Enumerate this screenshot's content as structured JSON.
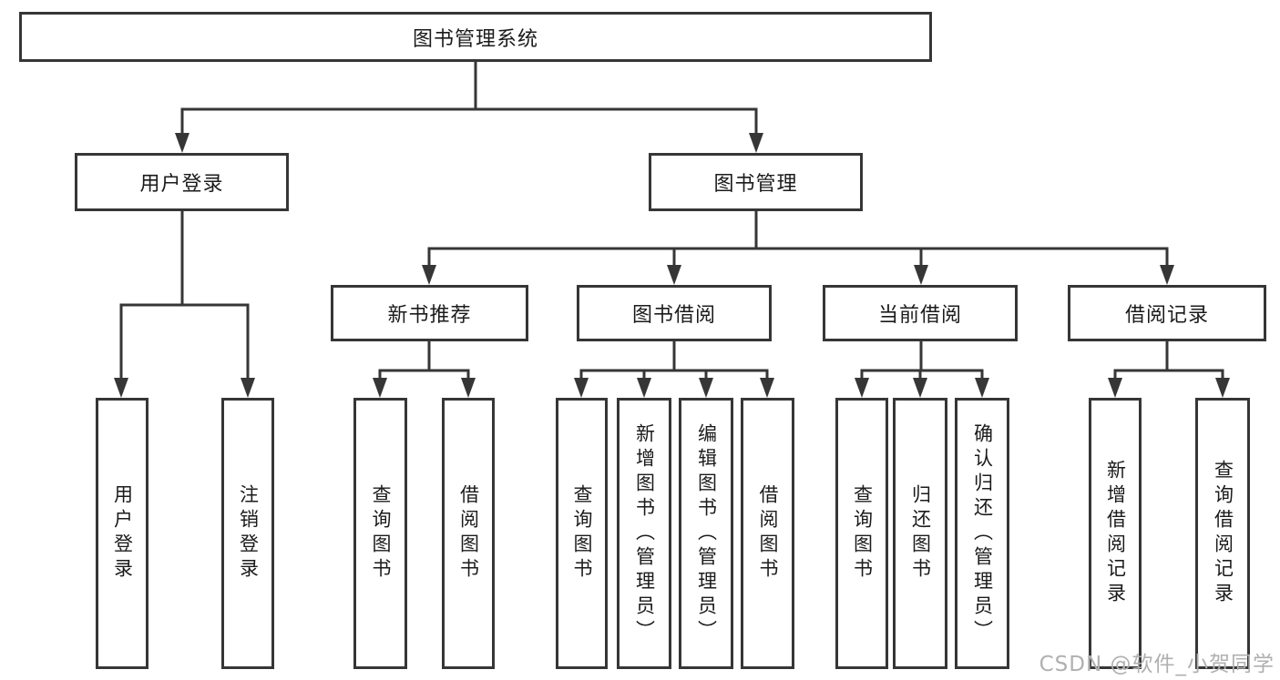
{
  "colors": {
    "line": "#363636",
    "box_border": "#363636",
    "text": "#1b1b1b",
    "watermark": "#b0b0b0",
    "background": "#ffffff"
  },
  "tree": {
    "label": "图书管理系统",
    "children": [
      {
        "label": "用户登录",
        "children": [
          {
            "label": "用户登录"
          },
          {
            "label": "注销登录"
          }
        ]
      },
      {
        "label": "图书管理",
        "children": [
          {
            "label": "新书推荐",
            "children": [
              {
                "label": "查询图书"
              },
              {
                "label": "借阅图书"
              }
            ]
          },
          {
            "label": "图书借阅",
            "children": [
              {
                "label": "查询图书"
              },
              {
                "label": "新增图书（管理员）"
              },
              {
                "label": "编辑图书（管理员）"
              },
              {
                "label": "借阅图书"
              }
            ]
          },
          {
            "label": "当前借阅",
            "children": [
              {
                "label": "查询图书"
              },
              {
                "label": "归还图书"
              },
              {
                "label": "确认归还（管理员）"
              }
            ]
          },
          {
            "label": "借阅记录",
            "children": [
              {
                "label": "新增借阅记录"
              },
              {
                "label": "查询借阅记录"
              }
            ]
          }
        ]
      }
    ]
  },
  "watermark": "CSDN @软件_小贺同学"
}
